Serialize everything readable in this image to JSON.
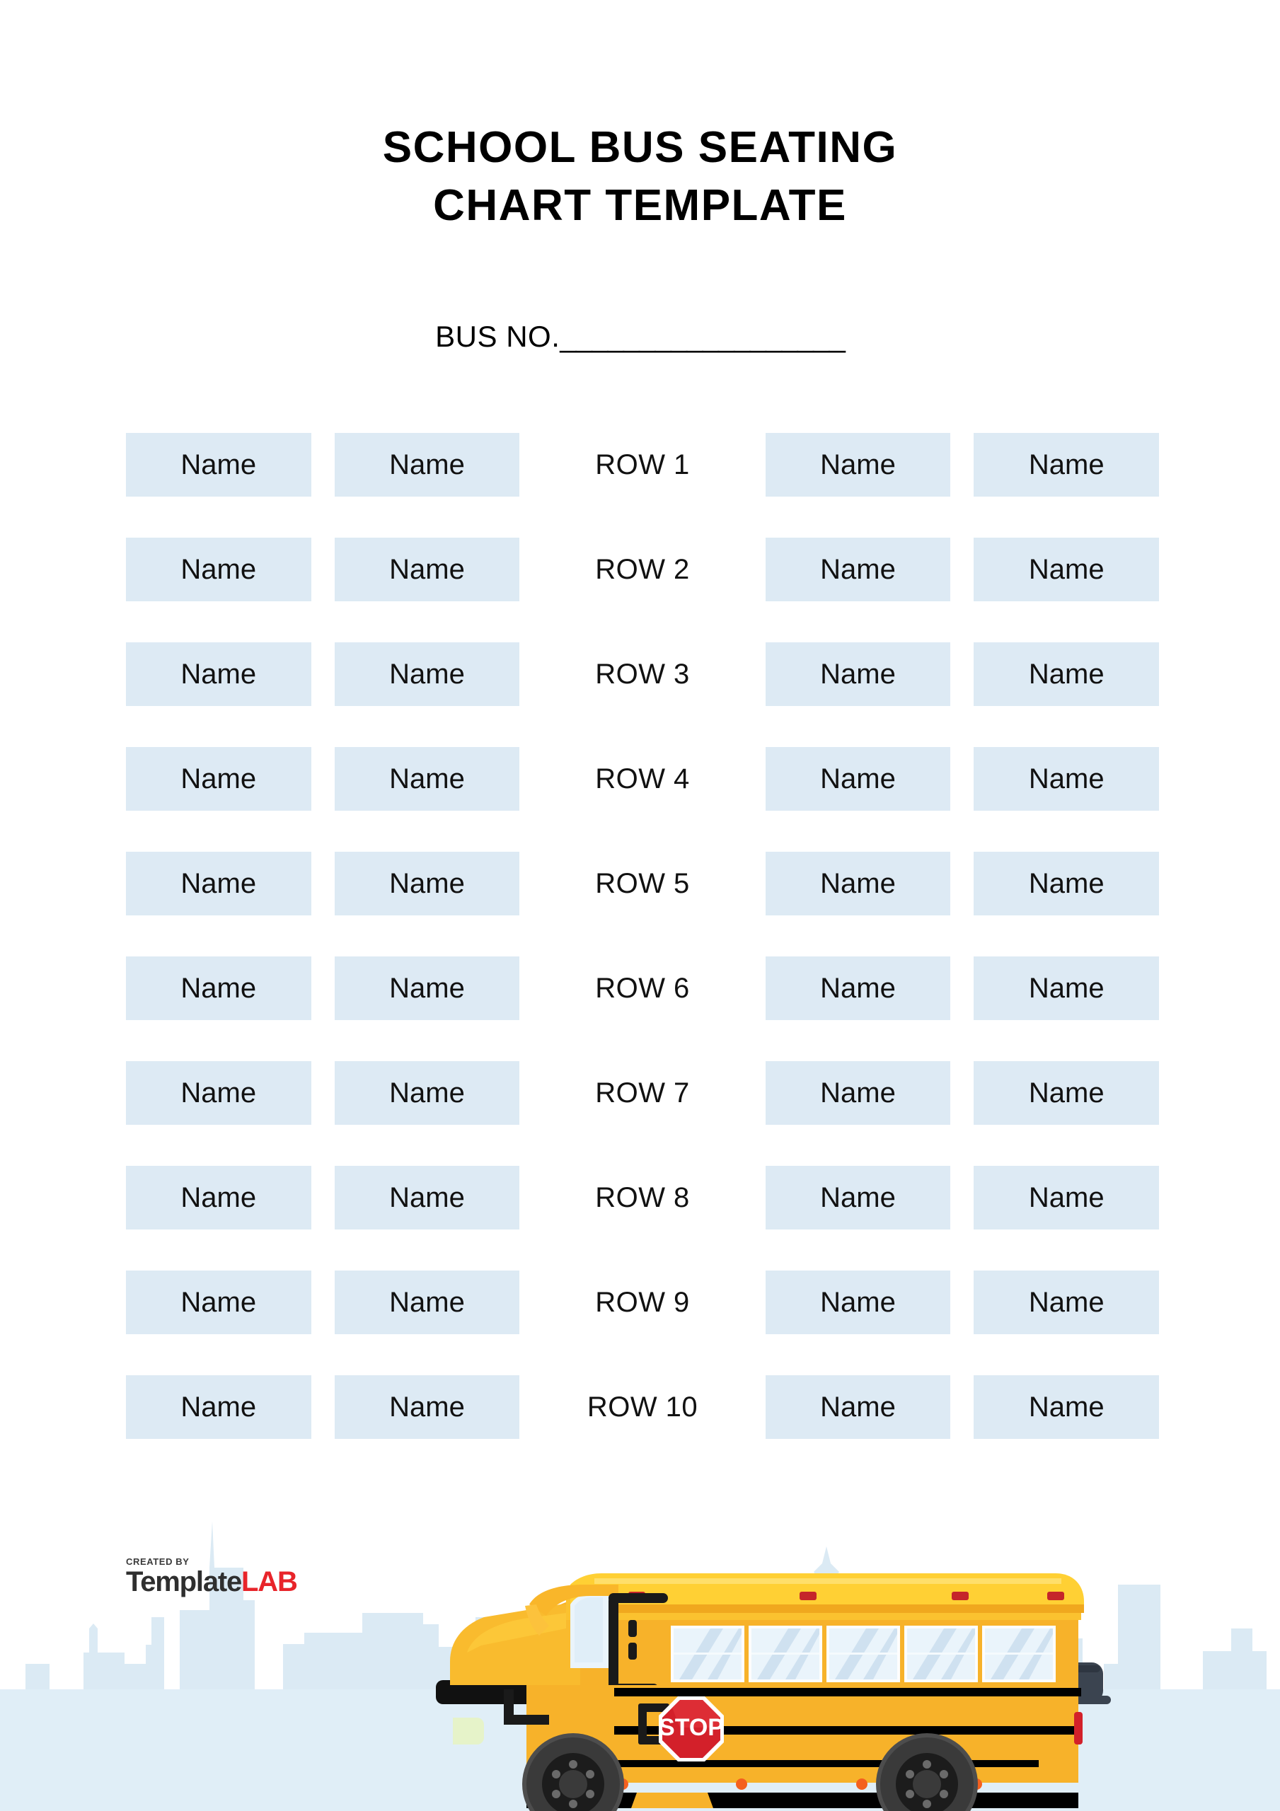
{
  "document": {
    "title_line_1": "SCHOOL BUS SEATING",
    "title_line_2": "CHART TEMPLATE",
    "bus_no_label": "BUS NO.",
    "bus_no_blank": "__________________",
    "bus_no_value": ""
  },
  "seating": {
    "columns": [
      "name",
      "name",
      "row_label",
      "name",
      "name"
    ],
    "name_placeholder": "Name",
    "seat_box_color": "#ddeaf4",
    "rows": [
      {
        "label": "ROW 1",
        "seats": [
          "Name",
          "Name",
          "Name",
          "Name"
        ]
      },
      {
        "label": "ROW 2",
        "seats": [
          "Name",
          "Name",
          "Name",
          "Name"
        ]
      },
      {
        "label": "ROW 3",
        "seats": [
          "Name",
          "Name",
          "Name",
          "Name"
        ]
      },
      {
        "label": "ROW 4",
        "seats": [
          "Name",
          "Name",
          "Name",
          "Name"
        ]
      },
      {
        "label": "ROW 5",
        "seats": [
          "Name",
          "Name",
          "Name",
          "Name"
        ]
      },
      {
        "label": "ROW 6",
        "seats": [
          "Name",
          "Name",
          "Name",
          "Name"
        ]
      },
      {
        "label": "ROW 7",
        "seats": [
          "Name",
          "Name",
          "Name",
          "Name"
        ]
      },
      {
        "label": "ROW 8",
        "seats": [
          "Name",
          "Name",
          "Name",
          "Name"
        ]
      },
      {
        "label": "ROW 9",
        "seats": [
          "Name",
          "Name",
          "Name",
          "Name"
        ]
      },
      {
        "label": "ROW 10",
        "seats": [
          "Name",
          "Name",
          "Name",
          "Name"
        ]
      }
    ]
  },
  "illustration": {
    "vehicle": "school-bus",
    "stop_sign_text": "STOP",
    "colors": {
      "bus_body": "#f7b22a",
      "bus_body_light": "#fcc633",
      "bus_roof": "#ffd034",
      "window_glass": "#eef5fb",
      "window_glass_shade": "#c5dcee",
      "stop_sign_red": "#d3202a",
      "skyline": "#dbeaf4",
      "ground": "#e0eef7",
      "tire": "#4a4a4a",
      "trim_black": "#000000"
    }
  },
  "branding": {
    "created_by": "CREATED BY",
    "name_part_1": "Template",
    "name_part_2": "LAB",
    "accent_color": "#e8242a"
  }
}
